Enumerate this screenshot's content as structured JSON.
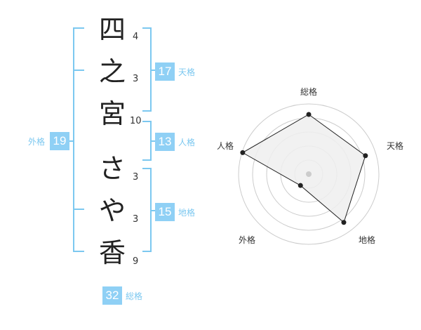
{
  "name": {
    "characters": [
      "四",
      "之",
      "宮",
      "さ",
      "や",
      "香"
    ],
    "strokes": [
      "4",
      "3",
      "10",
      "3",
      "3",
      "9"
    ]
  },
  "fortune": {
    "tenkaku": {
      "value": "17",
      "label": "天格"
    },
    "jinkaku": {
      "value": "13",
      "label": "人格"
    },
    "chikaku": {
      "value": "15",
      "label": "地格"
    },
    "gaikaku": {
      "value": "19",
      "label": "外格"
    },
    "soukaku": {
      "value": "32",
      "label": "総格"
    }
  },
  "radar": {
    "labels": {
      "top": "総格",
      "right": "天格",
      "bottom_right": "地格",
      "bottom_left": "外格",
      "left": "人格"
    },
    "levels": {
      "soukaku": 0.85,
      "tenkaku": 0.85,
      "chikaku": 0.85,
      "gaikaku": 0.2,
      "jinkaku": 0.99
    },
    "colors": {
      "fill": "#eeeeee",
      "line": "#222222",
      "grid": "#cccccc",
      "point": "#222222",
      "center": "#cccccc"
    }
  },
  "colors": {
    "accent": "#8fd0f5",
    "bracket": "#7cc8f0"
  }
}
